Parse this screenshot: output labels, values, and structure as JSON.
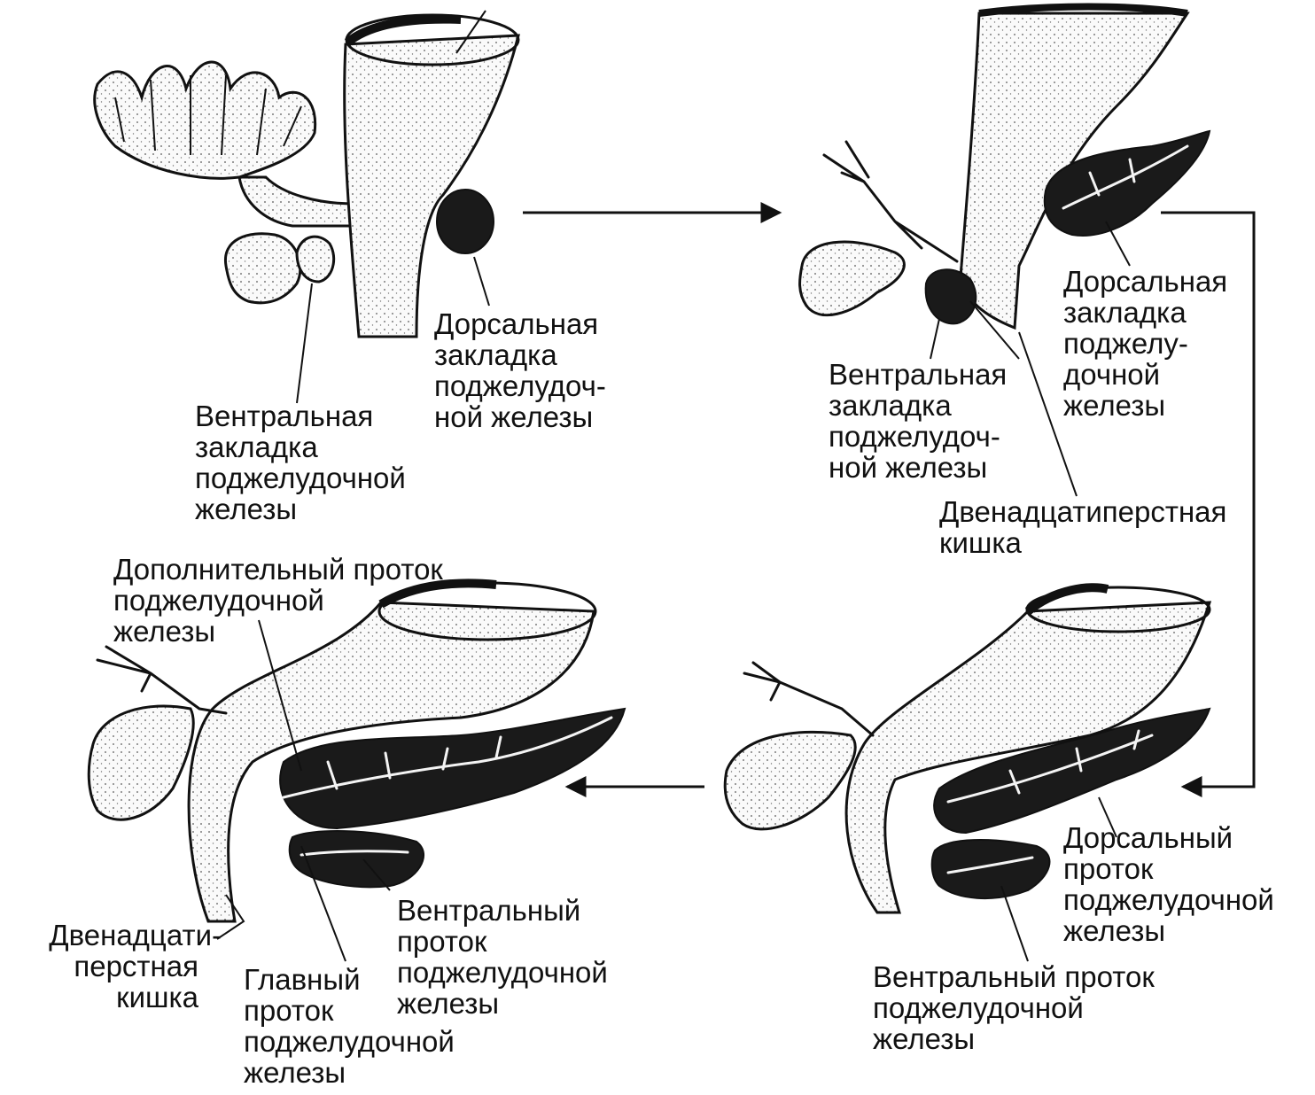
{
  "stages": [
    {
      "labels": {
        "dorsal_bud": [
          "Дорсальная",
          "закладка",
          "поджелудоч-",
          "ной железы"
        ],
        "ventral_bud": [
          "Вентральная",
          "закладка",
          "поджелудочной",
          "железы"
        ]
      }
    },
    {
      "labels": {
        "dorsal_bud": [
          "Дорсальная",
          "закладка",
          "поджелу-",
          "дочной",
          "железы"
        ],
        "ventral_bud": [
          "Вентральная",
          "закладка",
          "поджелудоч-",
          "ной железы"
        ],
        "duodenum": [
          "Двенадцатиперстная",
          "кишка"
        ]
      }
    },
    {
      "labels": {
        "dorsal_duct": [
          "Дорсальный",
          "проток",
          "поджелудочной",
          "железы"
        ],
        "ventral_duct": [
          "Вентральный проток",
          "поджелудочной",
          "железы"
        ]
      }
    },
    {
      "labels": {
        "accessory_duct": [
          "Дополнительный проток",
          "поджелудочной",
          "железы"
        ],
        "ventral_duct": [
          "Вентральный",
          "проток",
          "поджелудочной",
          "железы"
        ],
        "main_duct": [
          "Главный",
          "проток",
          "поджелудочной",
          "железы"
        ],
        "duodenum": [
          "Двенадцати-",
          "перстная",
          "кишка"
        ]
      }
    }
  ],
  "arrows": [
    "stage-1-to-2",
    "stage-2-to-3",
    "stage-3-to-4"
  ]
}
